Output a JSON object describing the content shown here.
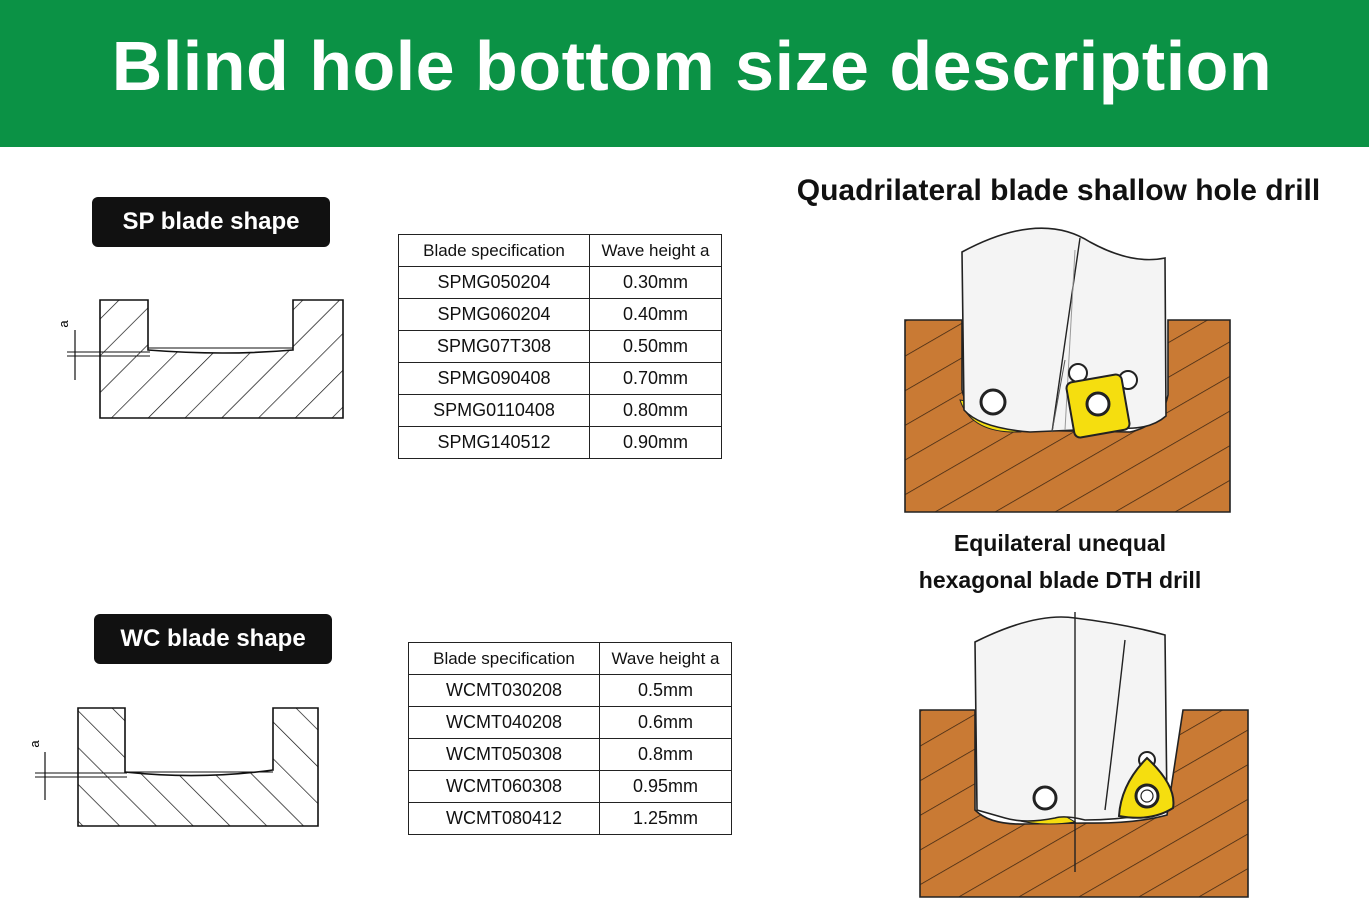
{
  "title": "Blind hole bottom size description",
  "sp": {
    "badge": "SP blade shape",
    "dim_label": "a",
    "headers": [
      "Blade specification",
      "Wave height a"
    ],
    "rows": [
      [
        "SPMG050204",
        "0.30mm"
      ],
      [
        "SPMG060204",
        "0.40mm"
      ],
      [
        "SPMG07T308",
        "0.50mm"
      ],
      [
        "SPMG090408",
        "0.70mm"
      ],
      [
        "SPMG0110408",
        "0.80mm"
      ],
      [
        "SPMG140512",
        "0.90mm"
      ]
    ]
  },
  "wc": {
    "badge": "WC blade shape",
    "dim_label": "a",
    "headers": [
      "Blade specification",
      "Wave height a"
    ],
    "rows": [
      [
        "WCMT030208",
        "0.5mm"
      ],
      [
        "WCMT040208",
        "0.6mm"
      ],
      [
        "WCMT050308",
        "0.8mm"
      ],
      [
        "WCMT060308",
        "0.95mm"
      ],
      [
        "WCMT080412",
        "1.25mm"
      ]
    ]
  },
  "drill_top": {
    "caption": "Quadrilateral blade shallow hole drill"
  },
  "drill_bottom": {
    "caption_line1": "Equilateral unequal",
    "caption_line2": "hexagonal blade DTH drill"
  },
  "colors": {
    "banner": "#0b9245",
    "workpiece": "#c97a34",
    "insert": "#f5de0f",
    "badge": "#111111"
  }
}
